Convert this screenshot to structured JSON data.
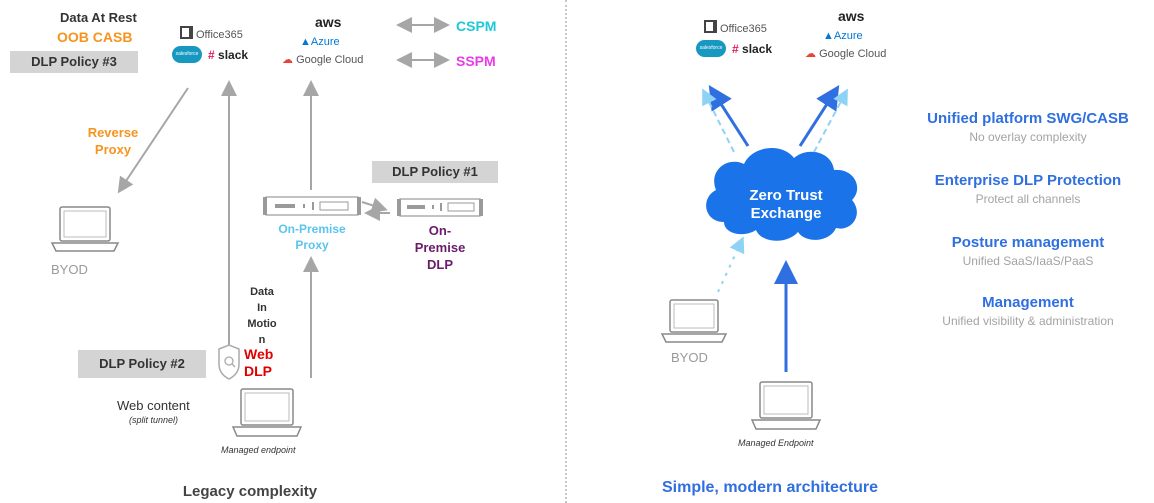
{
  "left": {
    "data_at_rest": "Data At Rest",
    "oob_casb": "OOB CASB",
    "dlp_policy_3": "DLP Policy #3",
    "dlp_policy_1": "DLP Policy #1",
    "dlp_policy_2": "DLP Policy #2",
    "reverse_proxy_1": "Reverse",
    "reverse_proxy_2": "Proxy",
    "cspm": "CSPM",
    "sspm": "SSPM",
    "onprem_proxy_1": "On-Premise",
    "onprem_proxy_2": "Proxy",
    "onprem_dlp_1": "On-",
    "onprem_dlp_2": "Premise",
    "onprem_dlp_3": "DLP",
    "byod": "BYOD",
    "data_in_motion_1": "Data",
    "data_in_motion_2": "In",
    "data_in_motion_3": "Motio",
    "data_in_motion_4": "n",
    "web_dlp_1": "Web",
    "web_dlp_2": "DLP",
    "web_content": "Web content",
    "split_tunnel": "(split tunnel)",
    "managed_endpoint": "Managed endpoint",
    "caption": "Legacy complexity"
  },
  "right": {
    "byod": "BYOD",
    "managed_endpoint": "Managed Endpoint",
    "cloud_line1": "Zero Trust",
    "cloud_line2": "Exchange",
    "features": [
      {
        "title": "Unified platform SWG/CASB",
        "subtitle": "No overlay complexity"
      },
      {
        "title": "Enterprise DLP Protection",
        "subtitle": "Protect all channels"
      },
      {
        "title": "Posture management",
        "subtitle": "Unified SaaS/IaaS/PaaS"
      },
      {
        "title": "Management",
        "subtitle": "Unified visibility & administration"
      }
    ],
    "caption": "Simple, modern architecture"
  },
  "logos": {
    "office365": "Office365",
    "salesforce": "salesforce",
    "slack": "slack",
    "aws": "aws",
    "azure": "Azure",
    "google_cloud": "Google Cloud"
  },
  "colors": {
    "orange": "#f7941d",
    "cyan": "#1ec8d8",
    "magenta": "#e83ce8",
    "purple": "#6a1b6a",
    "red": "#e00000",
    "lightblue": "#5bc4ee",
    "blue": "#2f6fe0",
    "gray": "#a6a6a6"
  }
}
